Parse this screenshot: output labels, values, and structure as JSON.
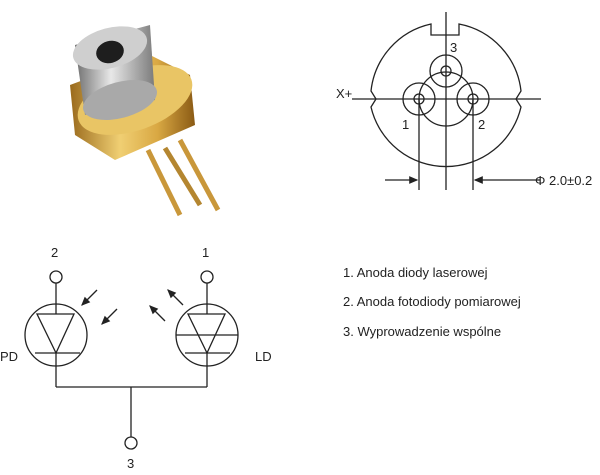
{
  "pinout": {
    "pin1": "1",
    "pin2": "2",
    "pin3": "3",
    "axis_label": "X+",
    "dimension": "Φ 2.0±0.2"
  },
  "schematic": {
    "pd_label": "PD",
    "ld_label": "LD",
    "pd_pin": "2",
    "ld_pin": "1",
    "common_pin": "3"
  },
  "legend": [
    "1. Anoda diody laserowej",
    "2. Anoda fotodiody pomiarowej",
    "3. Wyprowadzenie wspólne"
  ]
}
